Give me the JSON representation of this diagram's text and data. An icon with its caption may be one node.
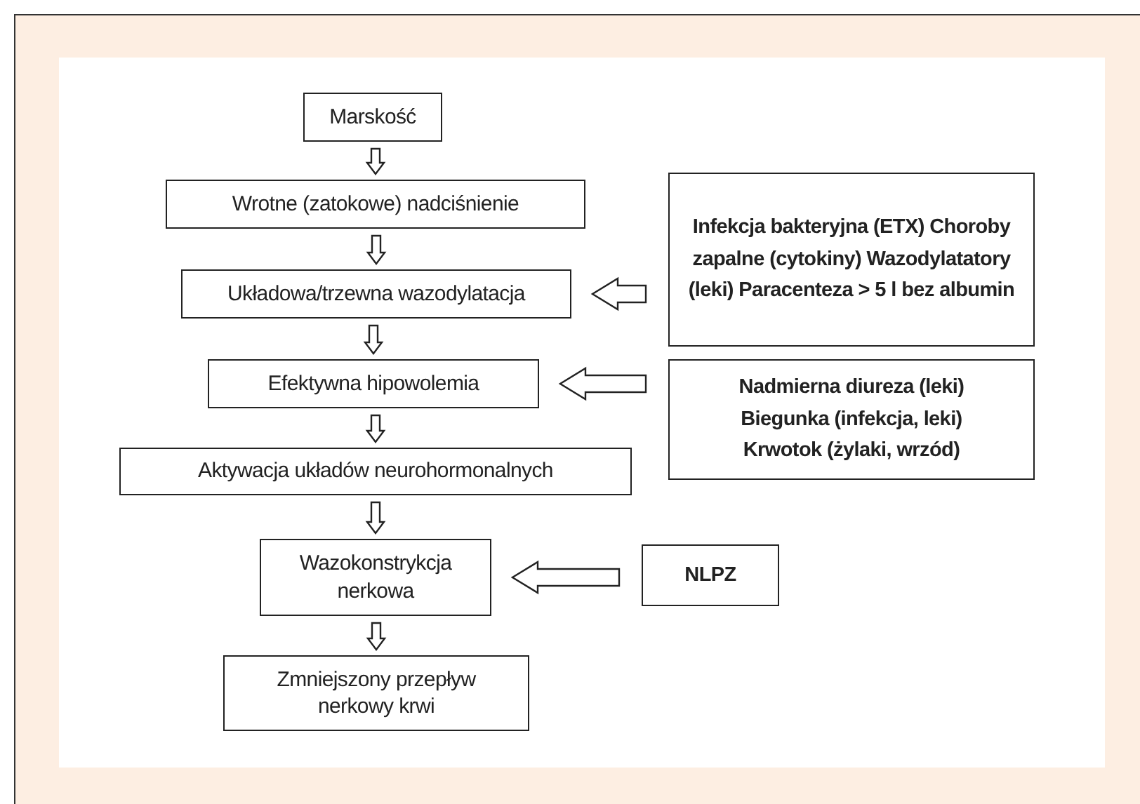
{
  "diagram": {
    "nodes": [
      {
        "text": [
          "Marskość"
        ]
      },
      {
        "text": [
          "Wrotne (zatokowe) nadciśnienie"
        ]
      },
      {
        "text": [
          "Układowa/trzewna wazodylatacja"
        ]
      },
      {
        "text": [
          "Efektywna hipowolemia"
        ]
      },
      {
        "text": [
          "Aktywacja układów neurohormonalnych"
        ]
      },
      {
        "text": [
          "Wazokonstrykcja nerkowa"
        ]
      },
      {
        "text": [
          "Zmniejszony przepływ nerkowy krwi"
        ]
      },
      {
        "text": [
          "Infekcja bakteryjna (ETX) Choroby zapalne (cytokiny) Wazodylatatory (leki) Paracenteza > 5 l bez albumin"
        ]
      },
      {
        "text": [
          "Nadmierna diureza (leki) Biegunka (infekcja, leki) Krwotok (żylaki, wrzód)"
        ]
      },
      {
        "text": [
          "NLPZ"
        ]
      }
    ],
    "edges": [
      {
        "from": 0,
        "to": 1,
        "arrow": "to"
      },
      {
        "from": 1,
        "to": 2,
        "arrow": "to"
      },
      {
        "from": 2,
        "to": 3,
        "arrow": "to"
      },
      {
        "from": 3,
        "to": 4,
        "arrow": "to"
      },
      {
        "from": 4,
        "to": 5,
        "arrow": "to"
      },
      {
        "from": 5,
        "to": 6,
        "arrow": "to"
      },
      {
        "from": 7,
        "to": 2,
        "arrow": "to"
      },
      {
        "from": 8,
        "to": 3,
        "arrow": "to"
      },
      {
        "from": 9,
        "to": 5,
        "arrow": "to"
      }
    ]
  }
}
